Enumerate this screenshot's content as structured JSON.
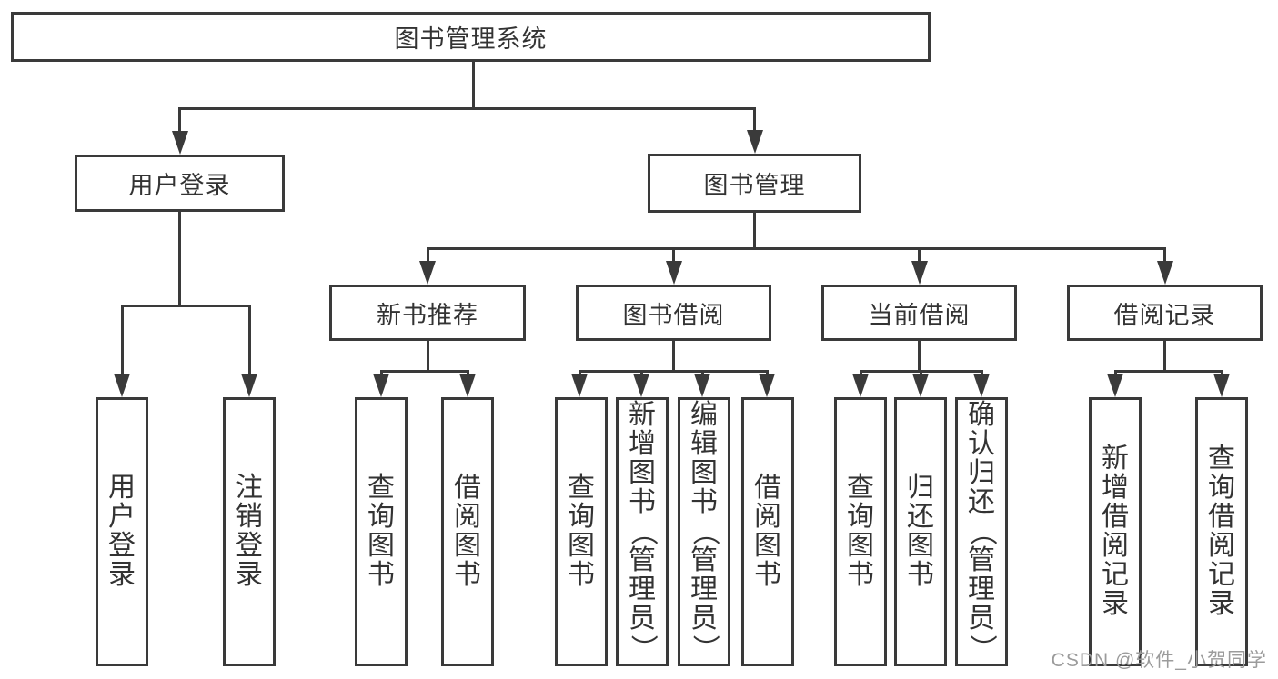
{
  "diagram": {
    "root": {
      "label": "图书管理系统"
    },
    "branches": [
      {
        "label": "用户登录",
        "children": [
          "用户登录",
          "注销登录"
        ]
      },
      {
        "label": "图书管理",
        "sections": [
          {
            "label": "新书推荐",
            "children": [
              "查询图书",
              "借阅图书"
            ]
          },
          {
            "label": "图书借阅",
            "children": [
              "查询图书",
              "新增图书（管理员）",
              "编辑图书（管理员）",
              "借阅图书"
            ]
          },
          {
            "label": "当前借阅",
            "children": [
              "查询图书",
              "归还图书",
              "确认归还（管理员）"
            ]
          },
          {
            "label": "借阅记录",
            "children": [
              "新增借阅记录",
              "查询借阅记录"
            ]
          }
        ]
      }
    ]
  },
  "watermark": {
    "text": "CSDN @软件_小贺同学"
  },
  "colors": {
    "line": "#3a3a3a",
    "text": "#333333",
    "background": "#ffffff",
    "watermark": "#9b9b9b"
  }
}
